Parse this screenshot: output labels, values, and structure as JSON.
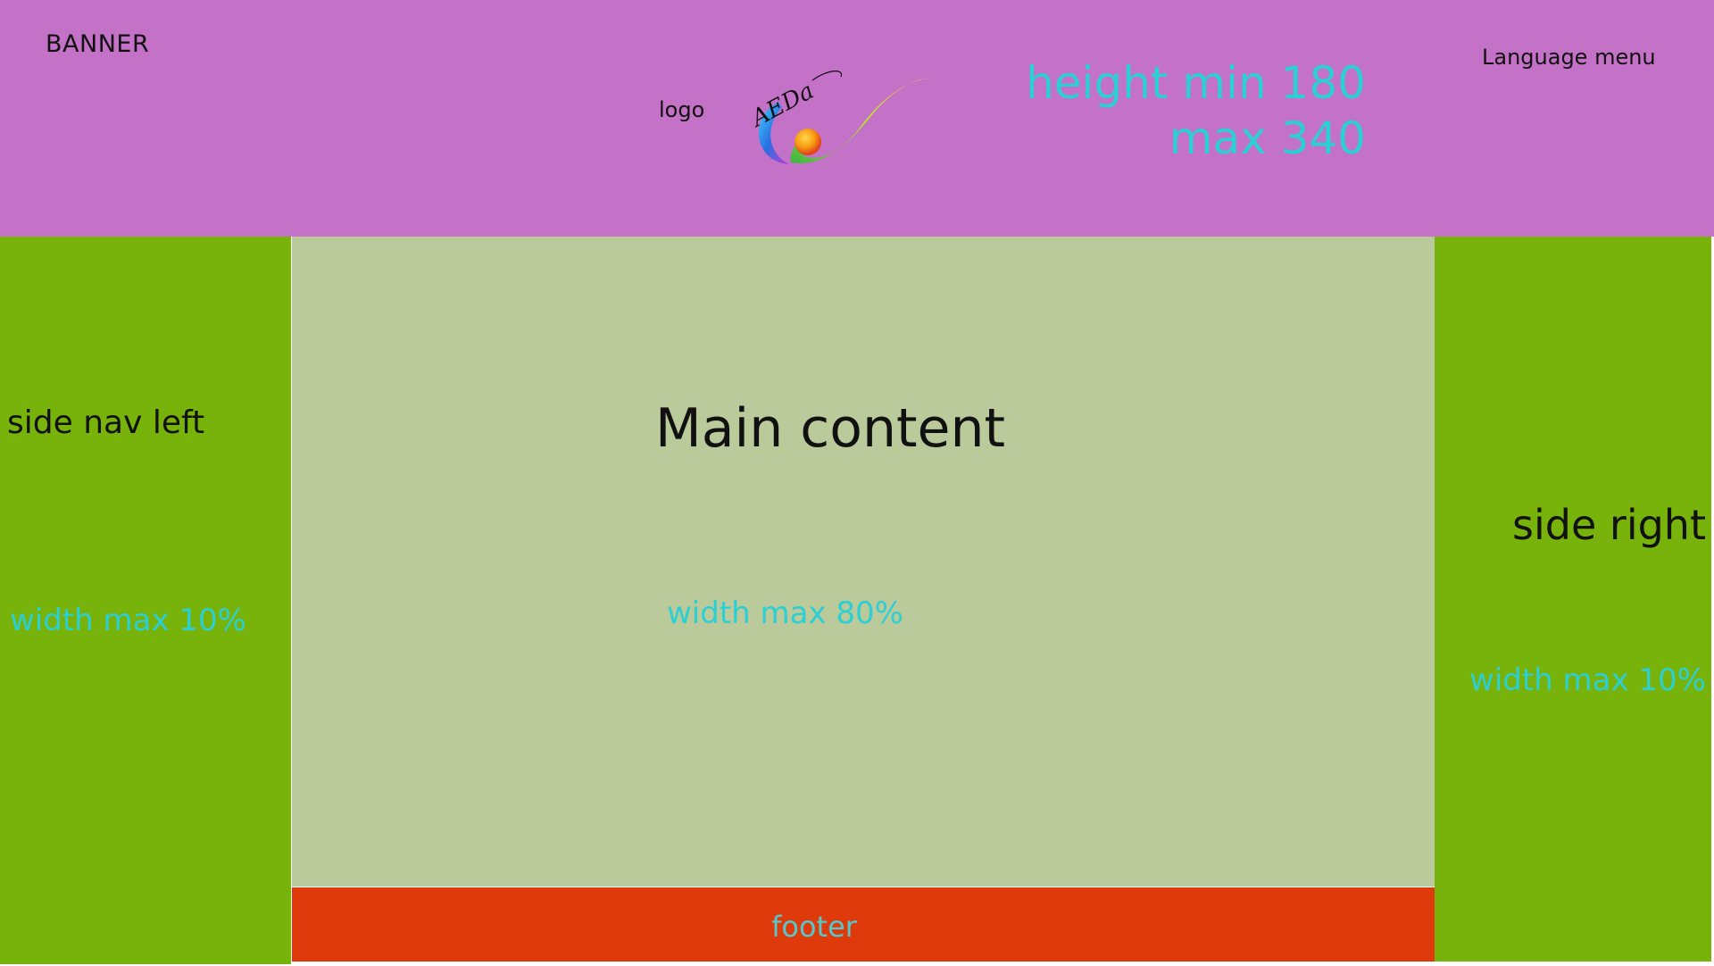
{
  "banner": {
    "label": "BANNER",
    "logo_label": "logo",
    "logo_text": "AEDa",
    "logo_icon": "checkmark-swoosh-logo",
    "height_line1": "height min 180",
    "height_line2": "max 340",
    "language_menu": "Language menu",
    "background_color": "#c471c8"
  },
  "side_nav_left": {
    "title": "side nav left",
    "width_note": "width max 10%",
    "background_color": "#77b30a"
  },
  "main": {
    "title": "Main content",
    "width_note": "width max 80%",
    "background_color": "#bbca9b"
  },
  "side_right": {
    "title": "side right",
    "width_note": "width max 10%",
    "background_color": "#77b30a"
  },
  "footer": {
    "label": "footer",
    "background_color": "#de3a0c"
  },
  "colors": {
    "annotation_text": "#2ccfd3"
  }
}
